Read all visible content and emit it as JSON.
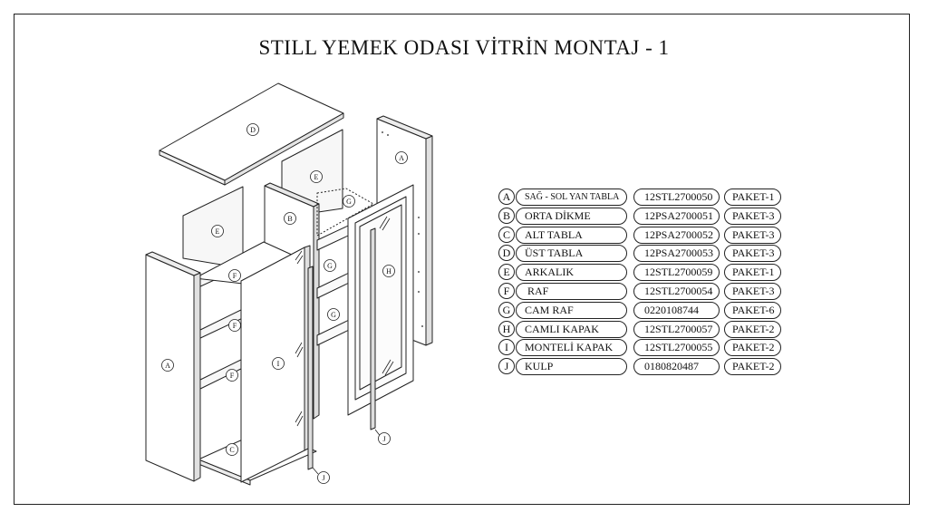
{
  "title": "STILL YEMEK ODASI VİTRİN MONTAJ - 1",
  "labels": {
    "a": "A",
    "b": "B",
    "c": "C",
    "d": "D",
    "e": "E",
    "f": "F",
    "g": "G",
    "h": "H",
    "i": "I",
    "j": "J"
  },
  "parts": [
    {
      "letter": "A",
      "name": "SAĞ - SOL YAN TABLA",
      "code": "12STL2700050",
      "package": "PAKET-1"
    },
    {
      "letter": "B",
      "name": "ORTA DİKME",
      "code": "12PSA2700051",
      "package": "PAKET-3"
    },
    {
      "letter": "C",
      "name": "ALT TABLA",
      "code": "12PSA2700052",
      "package": "PAKET-3"
    },
    {
      "letter": "D",
      "name": "ÜST TABLA",
      "code": "12PSA2700053",
      "package": "PAKET-3"
    },
    {
      "letter": "E",
      "name": "ARKALIK",
      "code": "12STL2700059",
      "package": "PAKET-1"
    },
    {
      "letter": "F",
      "name": " RAF",
      "code": "12STL2700054",
      "package": "PAKET-3"
    },
    {
      "letter": "G",
      "name": "CAM RAF",
      "code": "0220108744",
      "package": "PAKET-6"
    },
    {
      "letter": "H",
      "name": "CAMLI KAPAK",
      "code": "12STL2700057",
      "package": "PAKET-2"
    },
    {
      "letter": "I",
      "name": "MONTELİ KAPAK",
      "code": "12STL2700055",
      "package": "PAKET-2"
    },
    {
      "letter": "J",
      "name": "KULP",
      "code": "0180820487",
      "package": "PAKET-2"
    }
  ]
}
